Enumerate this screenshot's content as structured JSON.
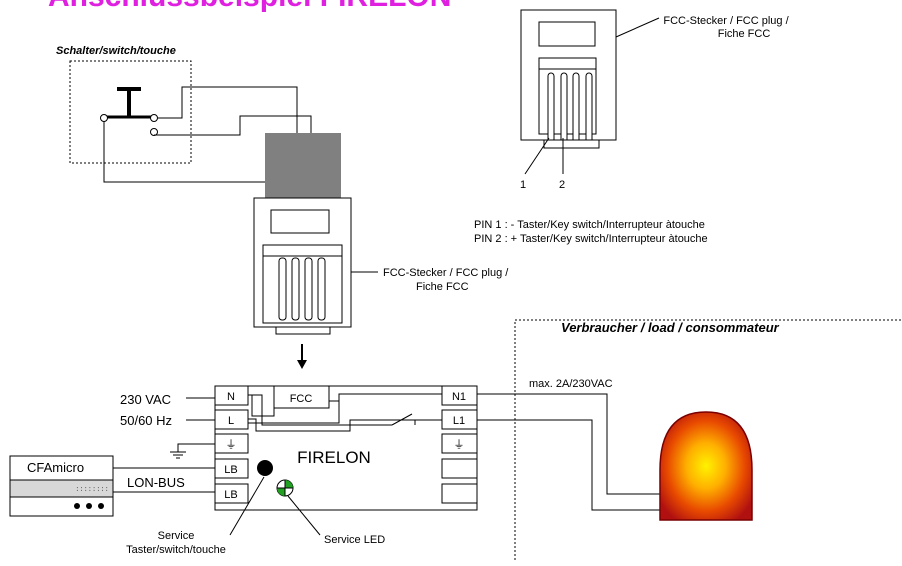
{
  "title_fragment": "Anschlussbeispiel FIRELON",
  "switch_box": {
    "label": "Schalter/switch/touche"
  },
  "fcc_top": {
    "callout_line1": "FCC-Stecker / FCC plug /",
    "callout_line2": "Fiche FCC",
    "pin1": "1",
    "pin2": "2"
  },
  "pins": {
    "pin1": "PIN 1  : -  Taster/Key switch/Interrupteur àtouche",
    "pin2": "PIN 2  : + Taster/Key switch/Interrupteur àtouche"
  },
  "fcc_mid": {
    "callout_line1": "FCC-Stecker / FCC plug /",
    "callout_line2": "Fiche FCC"
  },
  "load": {
    "label": "Verbraucher / load / consommateur",
    "rating": "max. 2A/230VAC"
  },
  "supply": {
    "voltage": "230 VAC",
    "frequency": "50/60 Hz"
  },
  "cfamicro": {
    "label": "CFAmicro"
  },
  "bus": {
    "label": "LON-BUS"
  },
  "device": {
    "name": "FIRELON",
    "fcc": "FCC",
    "terminals_left": [
      "N",
      "L",
      "⏚",
      "LB",
      "LB"
    ],
    "terminals_right": [
      "N1",
      "L1",
      "⏚"
    ]
  },
  "service": {
    "switch_line1": "Service",
    "switch_line2": "Taster/switch/touche",
    "led": "Service LED"
  },
  "colors": {
    "title": "#e020e0",
    "plug_body": "#808080",
    "lamp_core": "#ffea00",
    "lamp_mid": "#ff7a00",
    "lamp_edge": "#b80000"
  }
}
